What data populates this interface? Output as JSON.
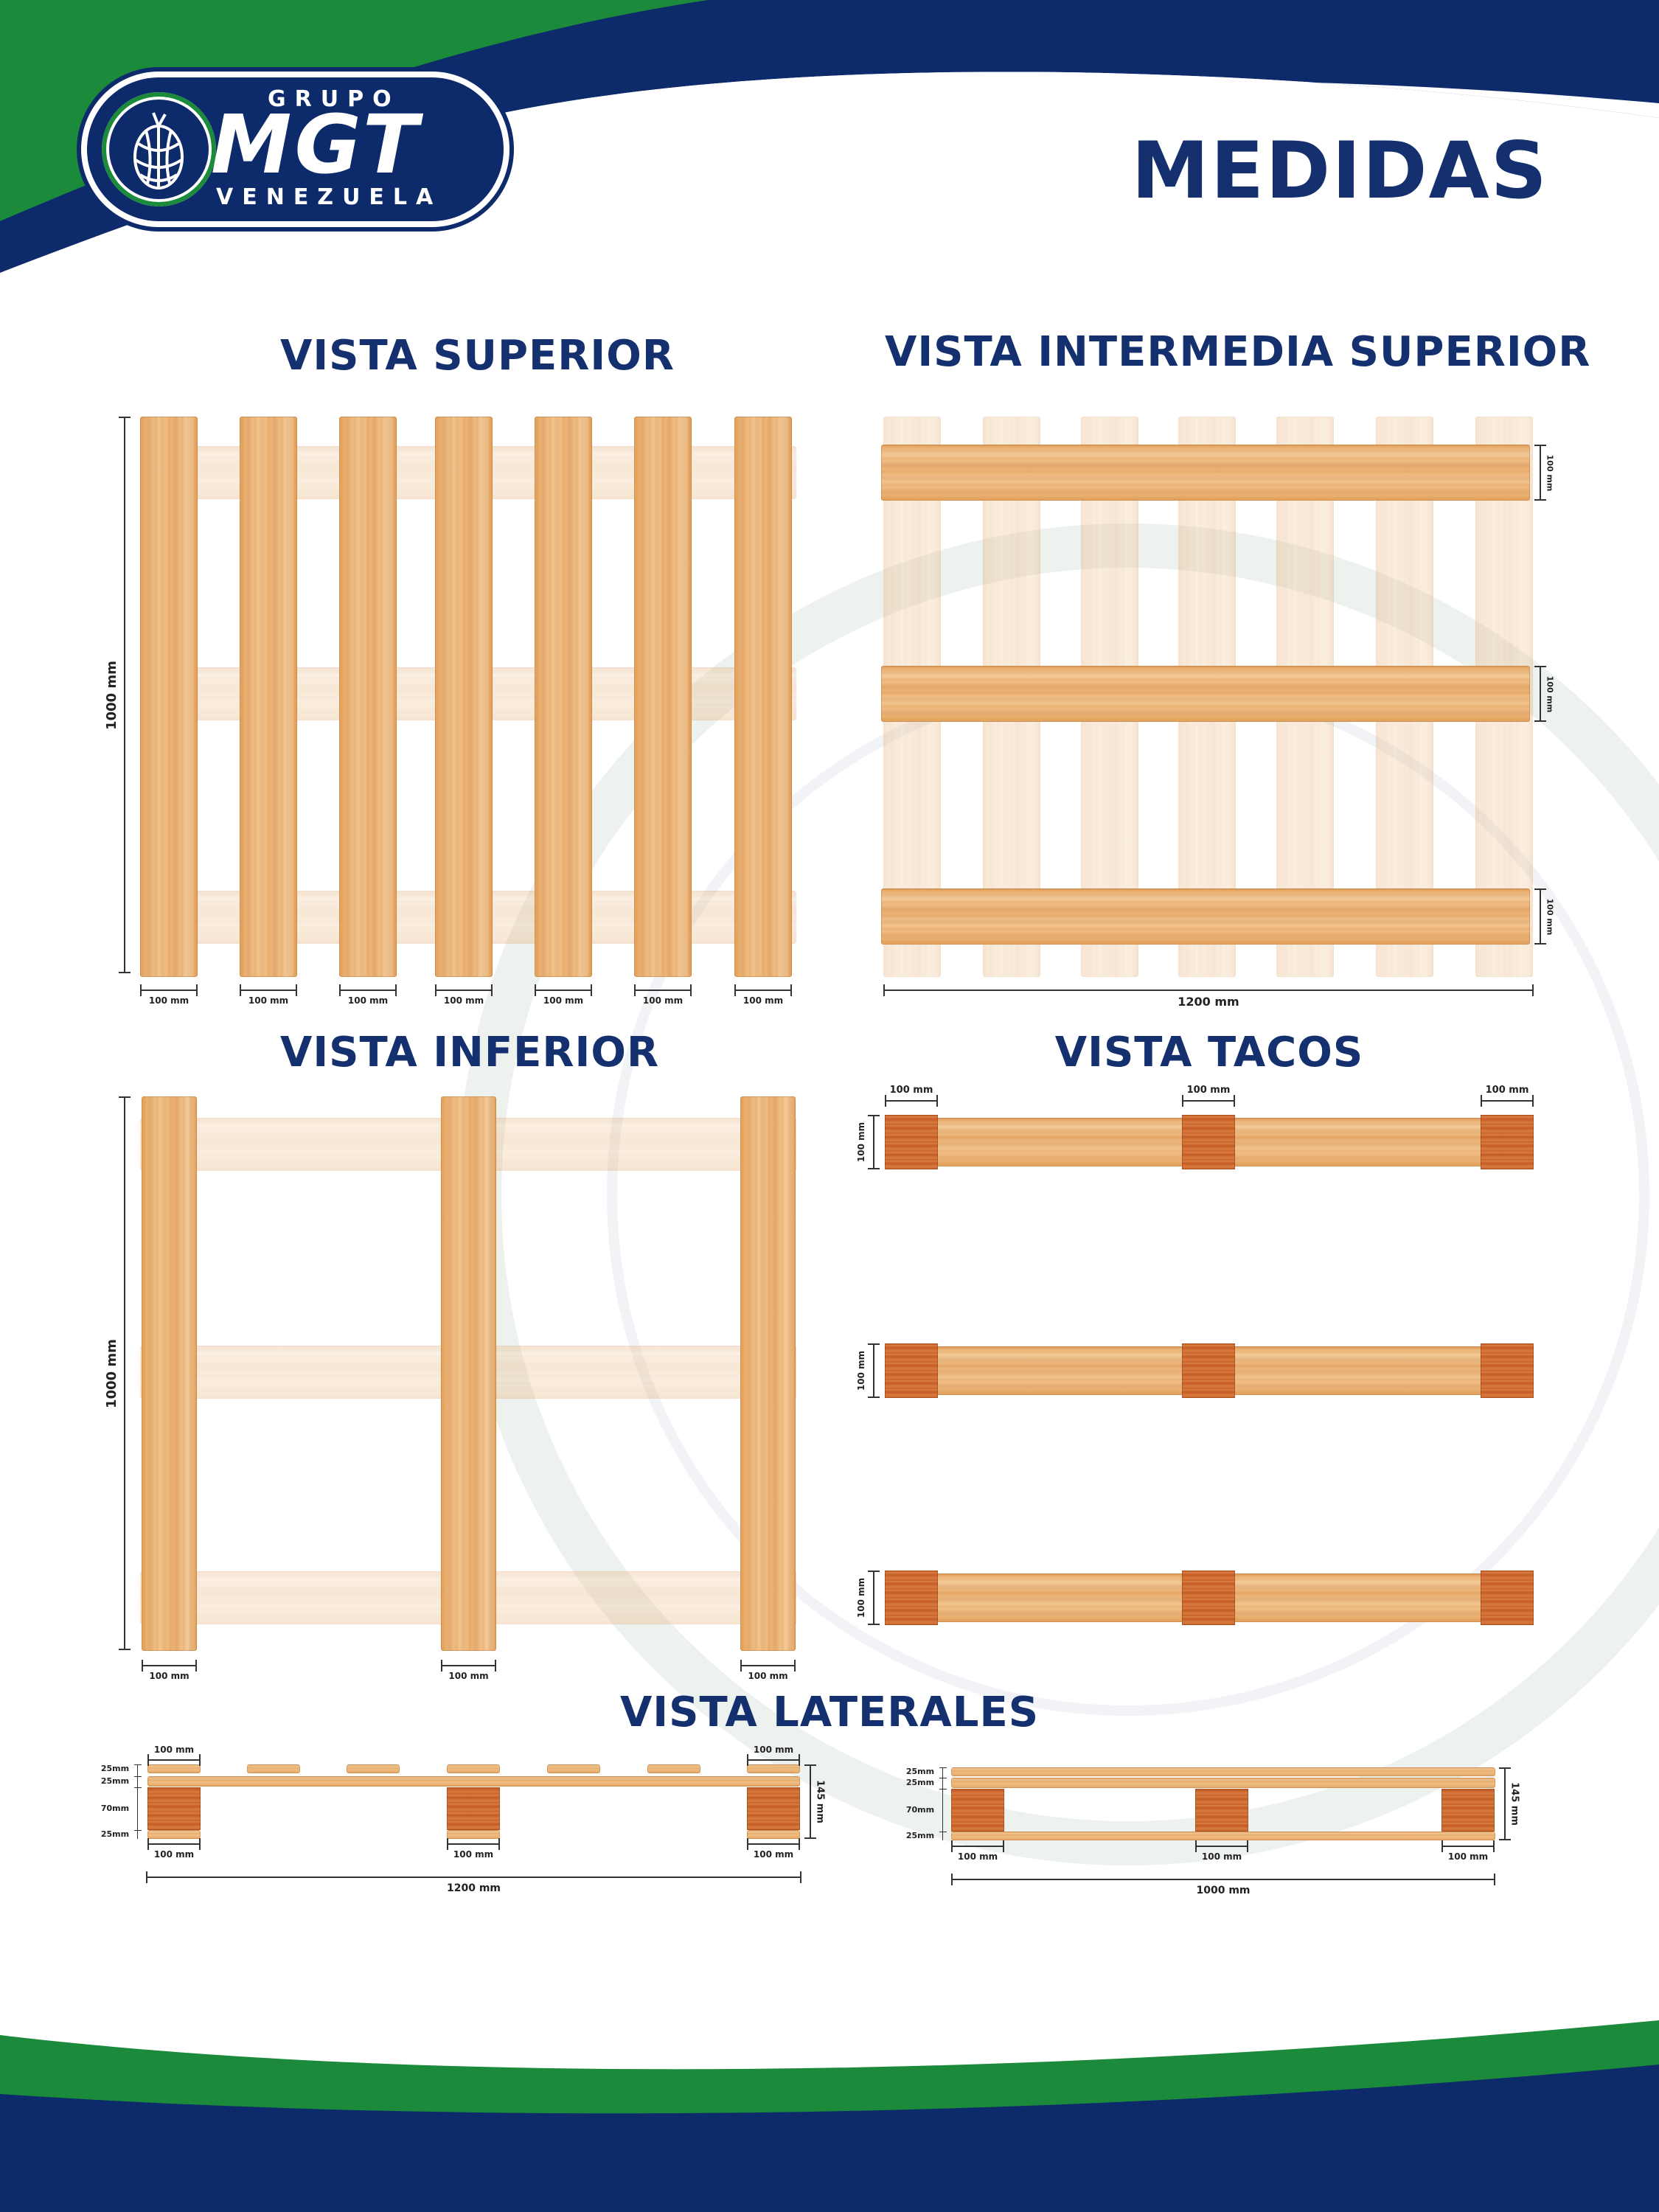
{
  "brand": {
    "top_line": "GRUPO",
    "mid_line": "MGT",
    "bottom_line": "VENEZUELA",
    "colors": {
      "navy": "#14306e",
      "green": "#1b8a3a",
      "blue": "#0d2a6b"
    },
    "icon": "pinecone-icon"
  },
  "page_title": "MEDIDAS",
  "views": {
    "superior": {
      "title": "VISTA SUPERIOR",
      "height_label": "1000 mm",
      "board_label": "100 mm"
    },
    "intermedia": {
      "title": "VISTA INTERMEDIA SUPERIOR",
      "width_label": "1200 mm",
      "board_label": "100 mm"
    },
    "inferior": {
      "title": "VISTA INFERIOR",
      "height_label": "1000 mm",
      "board_label": "100 mm"
    },
    "tacos": {
      "title": "VISTA TACOS",
      "block_label": "100 mm"
    },
    "laterales": {
      "title": "VISTA LATERALES",
      "long": {
        "width_label": "1200 mm",
        "height_label": "145 mm",
        "block_label": "100 mm",
        "layers": [
          "25mm",
          "25mm",
          "70mm",
          "25mm"
        ]
      },
      "short": {
        "width_label": "1000 mm",
        "height_label": "145 mm",
        "block_label": "100 mm",
        "layers": [
          "25mm",
          "25mm",
          "70mm",
          "25mm"
        ]
      }
    }
  }
}
